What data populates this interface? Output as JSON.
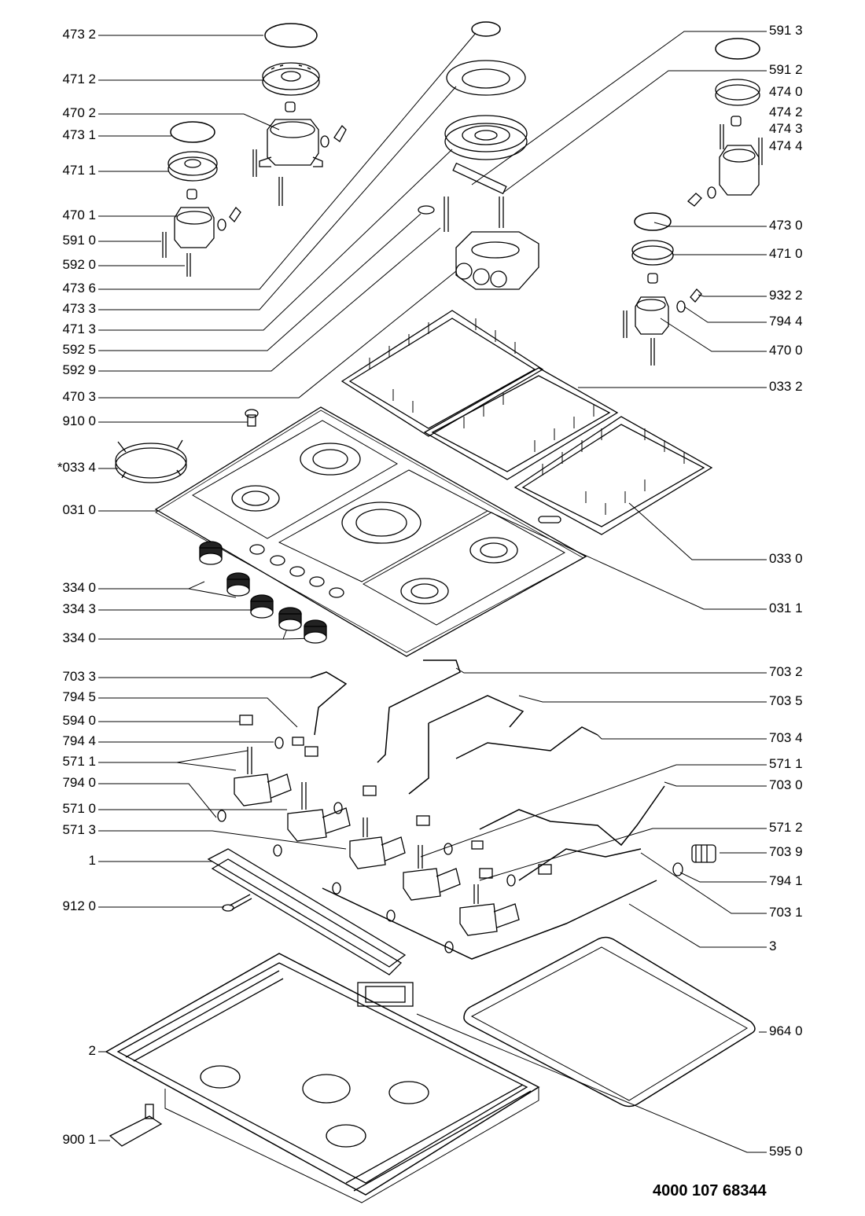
{
  "labels_left": [
    {
      "id": "l4732",
      "text": "473 2"
    },
    {
      "id": "l4712",
      "text": "471 2"
    },
    {
      "id": "l4702",
      "text": "470 2"
    },
    {
      "id": "l4731",
      "text": "473 1"
    },
    {
      "id": "l4711",
      "text": "471 1"
    },
    {
      "id": "l4701",
      "text": "470 1"
    },
    {
      "id": "l5910",
      "text": "591 0"
    },
    {
      "id": "l5920",
      "text": "592 0"
    },
    {
      "id": "l4736",
      "text": "473 6"
    },
    {
      "id": "l4733",
      "text": "473 3"
    },
    {
      "id": "l4713",
      "text": "471 3"
    },
    {
      "id": "l5925",
      "text": "592 5"
    },
    {
      "id": "l5929",
      "text": "592 9"
    },
    {
      "id": "l4703",
      "text": "470 3"
    },
    {
      "id": "l9100",
      "text": "910 0"
    },
    {
      "id": "l0334",
      "text": "*033 4"
    },
    {
      "id": "l0310",
      "text": "031 0"
    },
    {
      "id": "l3340a",
      "text": "334 0"
    },
    {
      "id": "l3343",
      "text": "334 3"
    },
    {
      "id": "l3340b",
      "text": "334 0"
    },
    {
      "id": "l7033",
      "text": "703 3"
    },
    {
      "id": "l7945",
      "text": "794 5"
    },
    {
      "id": "l5940",
      "text": "594 0"
    },
    {
      "id": "l7944L",
      "text": "794 4"
    },
    {
      "id": "l5711L",
      "text": "571 1"
    },
    {
      "id": "l7940",
      "text": "794 0"
    },
    {
      "id": "l5710",
      "text": "571 0"
    },
    {
      "id": "l5713",
      "text": "571 3"
    },
    {
      "id": "l1",
      "text": "1"
    },
    {
      "id": "l9120",
      "text": "912 0"
    },
    {
      "id": "l2",
      "text": "2"
    },
    {
      "id": "l9001",
      "text": "900 1"
    }
  ],
  "labels_right": [
    {
      "id": "r5913",
      "text": "591 3"
    },
    {
      "id": "r5912",
      "text": "591 2"
    },
    {
      "id": "r4740",
      "text": "474 0"
    },
    {
      "id": "r4742",
      "text": "474 2"
    },
    {
      "id": "r4743",
      "text": "474 3"
    },
    {
      "id": "r4744",
      "text": "474 4"
    },
    {
      "id": "r4730",
      "text": "473 0"
    },
    {
      "id": "r4710",
      "text": "471 0"
    },
    {
      "id": "r9322",
      "text": "932 2"
    },
    {
      "id": "r7944",
      "text": "794 4"
    },
    {
      "id": "r4700",
      "text": "470 0"
    },
    {
      "id": "r0332",
      "text": "033 2"
    },
    {
      "id": "r0330",
      "text": "033 0"
    },
    {
      "id": "r0311",
      "text": "031 1"
    },
    {
      "id": "r7032",
      "text": "703 2"
    },
    {
      "id": "r7035",
      "text": "703 5"
    },
    {
      "id": "r7034",
      "text": "703 4"
    },
    {
      "id": "r5711",
      "text": "571 1"
    },
    {
      "id": "r7030",
      "text": "703 0"
    },
    {
      "id": "r5712",
      "text": "571 2"
    },
    {
      "id": "r7039",
      "text": "703 9"
    },
    {
      "id": "r7941",
      "text": "794 1"
    },
    {
      "id": "r7031",
      "text": "703 1"
    },
    {
      "id": "r3",
      "text": "3"
    },
    {
      "id": "r9640",
      "text": "964 0"
    },
    {
      "id": "r5950",
      "text": "595 0"
    }
  ],
  "document_number": "4000 107 68344"
}
